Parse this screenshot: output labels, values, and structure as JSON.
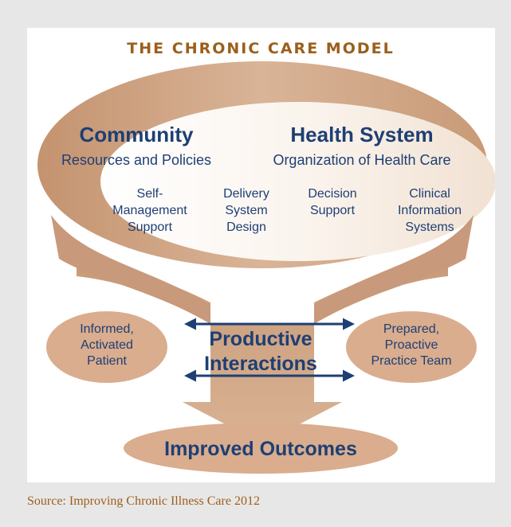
{
  "title": "THE CHRONIC CARE MODEL",
  "community": {
    "heading": "Community",
    "subheading": "Resources and Policies"
  },
  "health_system": {
    "heading": "Health System",
    "subheading": "Organization of Health Care"
  },
  "elements": [
    [
      "Self-",
      "Management",
      "Support"
    ],
    [
      "Delivery",
      "System",
      "Design"
    ],
    [
      "Decision",
      "Support"
    ],
    [
      "Clinical",
      "Information",
      "Systems"
    ]
  ],
  "patient": [
    "Informed,",
    "Activated",
    "Patient"
  ],
  "team": [
    "Prepared,",
    "Proactive",
    "Practice Team"
  ],
  "interactions": [
    "Productive",
    "Interactions"
  ],
  "outcomes": "Improved Outcomes",
  "source": "Source: Improving Chronic Illness Care 2012",
  "colors": {
    "background": "#e8e7e7",
    "panel": "#ffffff",
    "arrow_tan": "#d4a98a",
    "arrow_dark": "#c08f6d",
    "title_brown": "#9b5f1c",
    "text_navy": "#1e3f74"
  }
}
